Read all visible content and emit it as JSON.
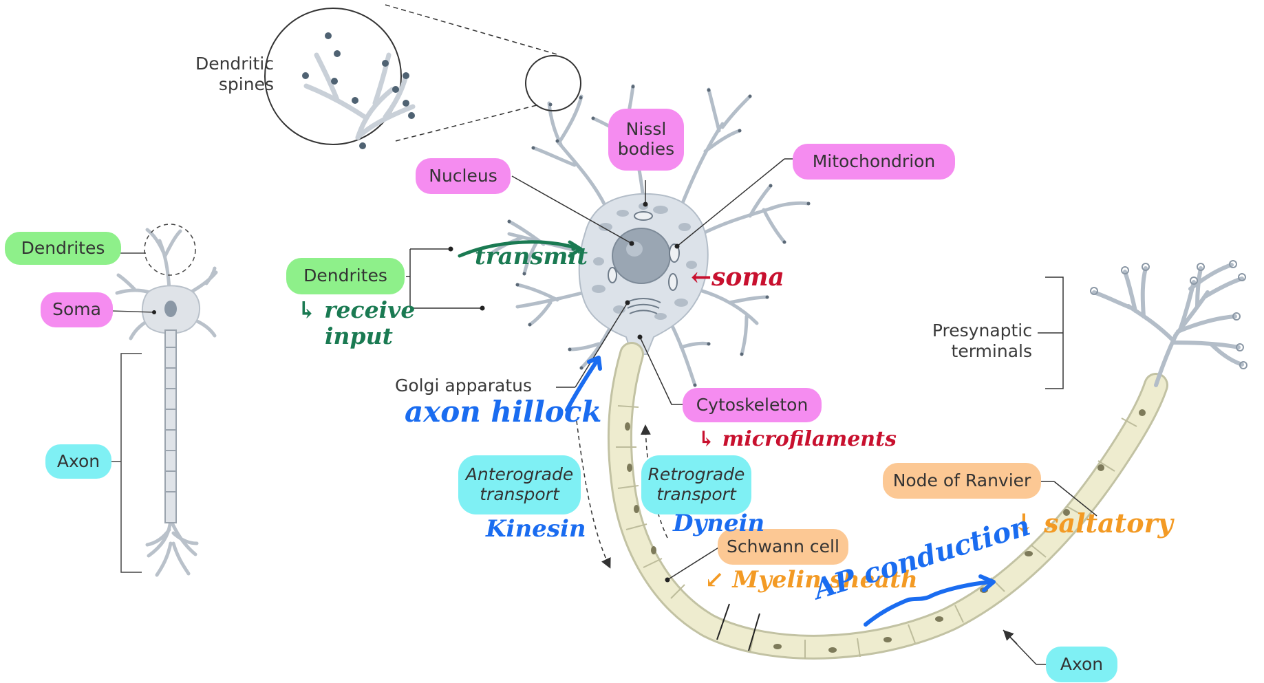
{
  "colors": {
    "pink": "#f58cf0",
    "green": "#8ef08a",
    "cyan": "#7ff0f4",
    "orange": "#fcc894",
    "ink_green": "#1a7a52",
    "ink_red": "#c8102e",
    "ink_blue": "#1a6cf0",
    "ink_orange": "#f39a24"
  },
  "small_neuron": {
    "dendrites": "Dendrites",
    "soma": "Soma",
    "axon": "Axon"
  },
  "main_neuron": {
    "dendritic_spines_line1": "Dendritic",
    "dendritic_spines_line2": "spines",
    "nissl_line1": "Nissl",
    "nissl_line2": "bodies",
    "nucleus": "Nucleus",
    "mitochondrion": "Mitochondrion",
    "dendrites": "Dendrites",
    "golgi": "Golgi apparatus",
    "cytoskeleton": "Cytoskeleton",
    "anterograde_line1": "Anterograde",
    "anterograde_line2": "transport",
    "retrograde_line1": "Retrograde",
    "retrograde_line2": "transport",
    "presynaptic_line1": "Presynaptic",
    "presynaptic_line2": "terminals",
    "node_of_ranvier": "Node of Ranvier",
    "schwann_cell": "Schwann cell",
    "axon": "Axon"
  },
  "handwritten": {
    "transmit": "transmit",
    "receive_line1": "↳ receive",
    "receive_line2": "input",
    "soma": "←soma",
    "axon_hillock": "axon hillock",
    "microfilaments": "↳ microfilaments",
    "kinesin": "Kinesin",
    "dynein": "Dynein",
    "saltatory": "↓ saltatory",
    "myelin_sheath": "↙ Myelin sheath",
    "ap_conduction": "AP conduction"
  }
}
